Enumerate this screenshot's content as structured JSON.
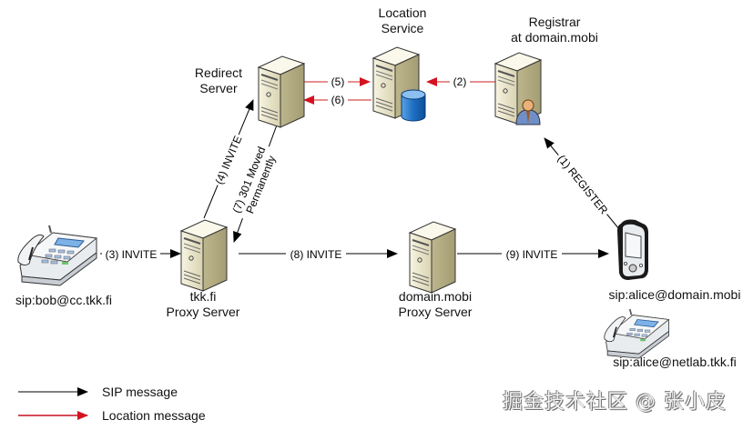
{
  "nodes": {
    "location_service": {
      "title_line1": "Location",
      "title_line2": "Service"
    },
    "registrar": {
      "title_line1": "Registrar",
      "title_line2": "at domain.mobi"
    },
    "redirect_server": {
      "title_line1": "Redirect",
      "title_line2": "Server"
    },
    "tkk_proxy": {
      "title_line1": "tkk.fi",
      "title_line2": "Proxy Server"
    },
    "domain_proxy": {
      "title_line1": "domain.mobi",
      "title_line2": "Proxy Server"
    },
    "bob_phone": {
      "label": "sip:bob@cc.tkk.fi"
    },
    "alice_mobile": {
      "label": "sip:alice@domain.mobi"
    },
    "alice_desk_phone": {
      "label": "sip:alice@netlab.tkk.fi"
    }
  },
  "messages": [
    {
      "id": "1",
      "label": "(1) REGISTER",
      "type": "sip",
      "from": "alice_mobile",
      "to": "registrar"
    },
    {
      "id": "2",
      "label": "(2)",
      "type": "location",
      "from": "registrar",
      "to": "location_service"
    },
    {
      "id": "3",
      "label": "(3) INVITE",
      "type": "sip",
      "from": "bob_phone",
      "to": "tkk_proxy"
    },
    {
      "id": "4",
      "label": "(4) INVITE",
      "type": "sip",
      "from": "tkk_proxy",
      "to": "redirect_server"
    },
    {
      "id": "5",
      "label": "(5)",
      "type": "location",
      "from": "redirect_server",
      "to": "location_service"
    },
    {
      "id": "6",
      "label": "(6)",
      "type": "location",
      "from": "location_service",
      "to": "redirect_server"
    },
    {
      "id": "7",
      "label_line1": "(7) 301 Moved",
      "label_line2": "Permanently",
      "type": "sip",
      "from": "redirect_server",
      "to": "tkk_proxy"
    },
    {
      "id": "8",
      "label": "(8) INVITE",
      "type": "sip",
      "from": "tkk_proxy",
      "to": "domain_proxy"
    },
    {
      "id": "9",
      "label": "(9) INVITE",
      "type": "sip",
      "from": "domain_proxy",
      "to": "alice_mobile"
    }
  ],
  "legend": {
    "sip": {
      "label": "SIP message",
      "color": "#000000"
    },
    "location": {
      "label": "Location message",
      "color": "#cc1122"
    }
  },
  "watermark": "掘金技术社区 @ 张小皮",
  "colors": {
    "server_body": "#ece8cf",
    "server_side": "#c9c39d",
    "database": "#1f6fc0",
    "sip_line": "#000000",
    "location_line": "#cc1122"
  }
}
